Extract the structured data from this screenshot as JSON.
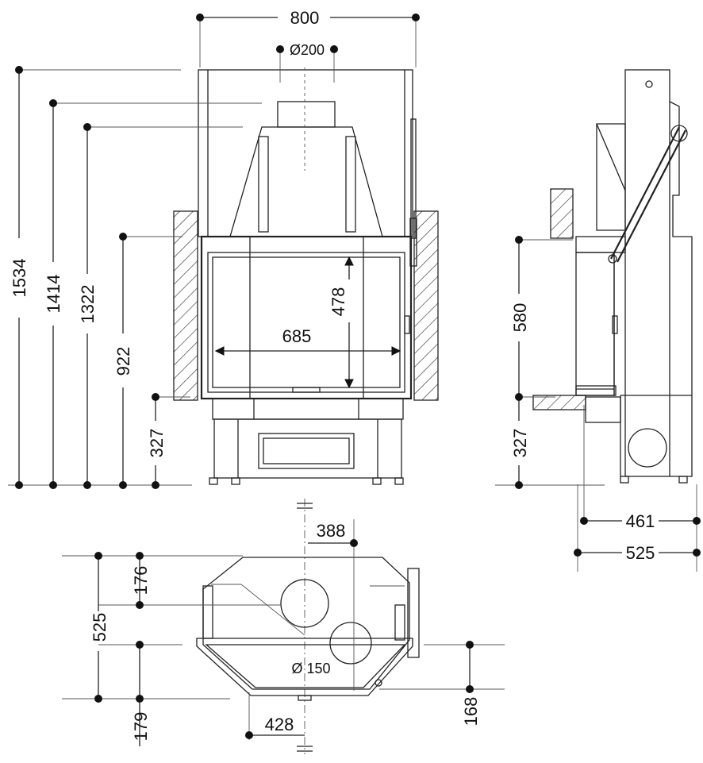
{
  "dimensions": {
    "front": {
      "width": "800",
      "flue": "Ø200",
      "h_total": "1534",
      "h_1414": "1414",
      "h_1322": "1322",
      "h_922": "922",
      "h_327": "327",
      "glass_w": "685",
      "glass_h": "478"
    },
    "side": {
      "h_580": "580",
      "h_327": "327",
      "d_461": "461",
      "d_525": "525"
    },
    "plan": {
      "d_388": "388",
      "d_176": "176",
      "d_525": "525",
      "d_179": "179",
      "d_428": "428",
      "d_168": "168",
      "air_inlet": "Ø 150"
    }
  }
}
